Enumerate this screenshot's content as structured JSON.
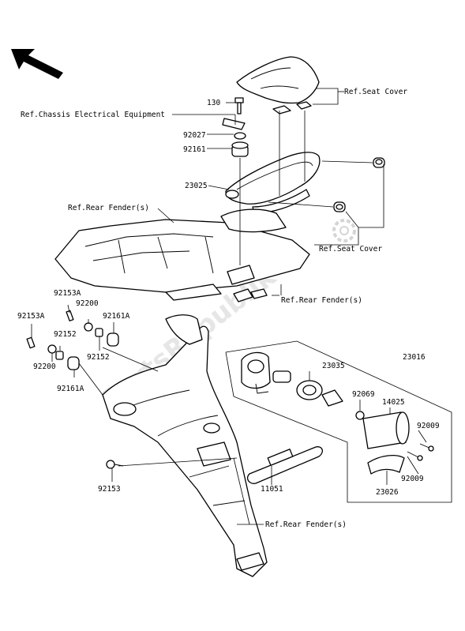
{
  "watermark": "PartsRepublik",
  "labels": {
    "ref_seat_cover_top": "Ref.Seat Cover",
    "ref_seat_cover_right": "Ref.Seat Cover",
    "ref_chassis": "Ref.Chassis Electrical Equipment",
    "ref_rear_fender_left": "Ref.Rear Fender(s)",
    "ref_rear_fender_mid": "Ref.Rear Fender(s)",
    "ref_rear_fender_bottom": "Ref.Rear Fender(s)",
    "p130": "130",
    "p92027": "92027",
    "p92161": "92161",
    "p23025": "23025",
    "p92153A_a": "92153A",
    "p92153A_b": "92153A",
    "p92200_a": "92200",
    "p92200_b": "92200",
    "p92161A_a": "92161A",
    "p92161A_b": "92161A",
    "p92152_a": "92152",
    "p92152_b": "92152",
    "p92153": "92153",
    "p23016": "23016",
    "p23035": "23035",
    "p92069": "92069",
    "p14025": "14025",
    "p92009_a": "92009",
    "p92009_b": "92009",
    "p23026": "23026",
    "p11051": "11051"
  },
  "icons": {
    "direction_arrow": "front-direction-arrow-icon",
    "gear_logo": "gear-watermark-icon"
  }
}
